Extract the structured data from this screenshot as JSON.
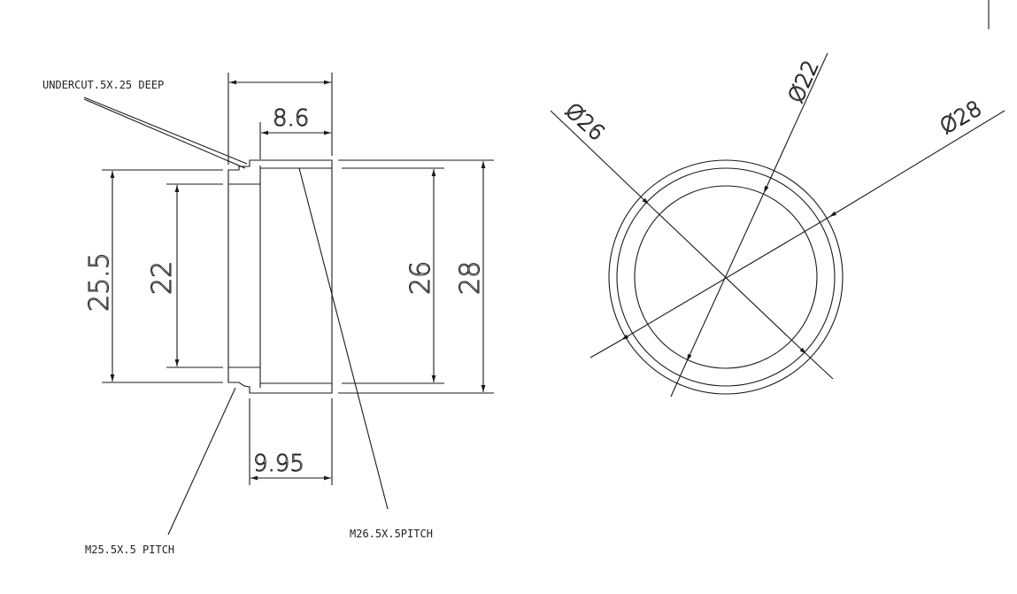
{
  "drawing": {
    "side_view": {
      "notes": {
        "undercut": "UNDERCUT.5X.25 DEEP",
        "thread_small": "M25.5X.5 PITCH",
        "thread_large": "M26.5X.5PITCH"
      },
      "dimensions": {
        "step_length": "8.6",
        "thread_length": "9.95",
        "thread_small_dia": "25.5",
        "bore_dia": "22",
        "inner_dia": "26",
        "outer_dia": "28"
      }
    },
    "end_view": {
      "dimensions": {
        "dia_26": "Ø26",
        "dia_22": "Ø22",
        "dia_28": "Ø28"
      }
    }
  }
}
